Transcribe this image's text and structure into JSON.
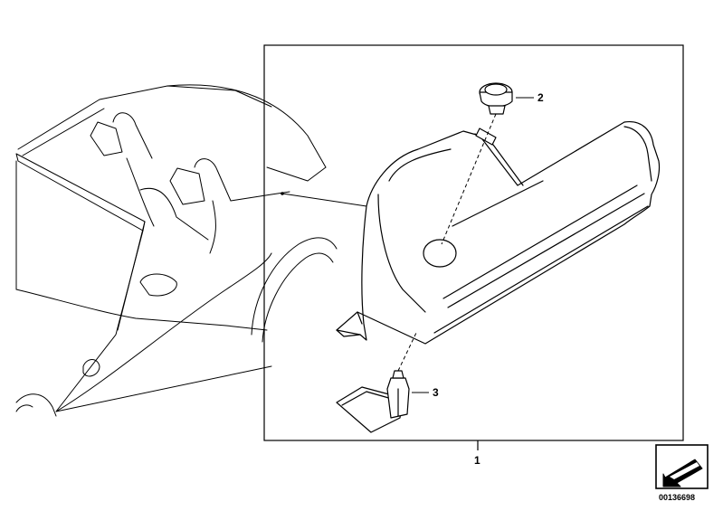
{
  "callouts": {
    "part_1": "1",
    "part_2": "2",
    "part_3": "3"
  },
  "diagram_number": "00136698",
  "colors": {
    "line": "#000000",
    "background": "#ffffff"
  },
  "icons": {
    "badge": "arrow-card-icon"
  }
}
